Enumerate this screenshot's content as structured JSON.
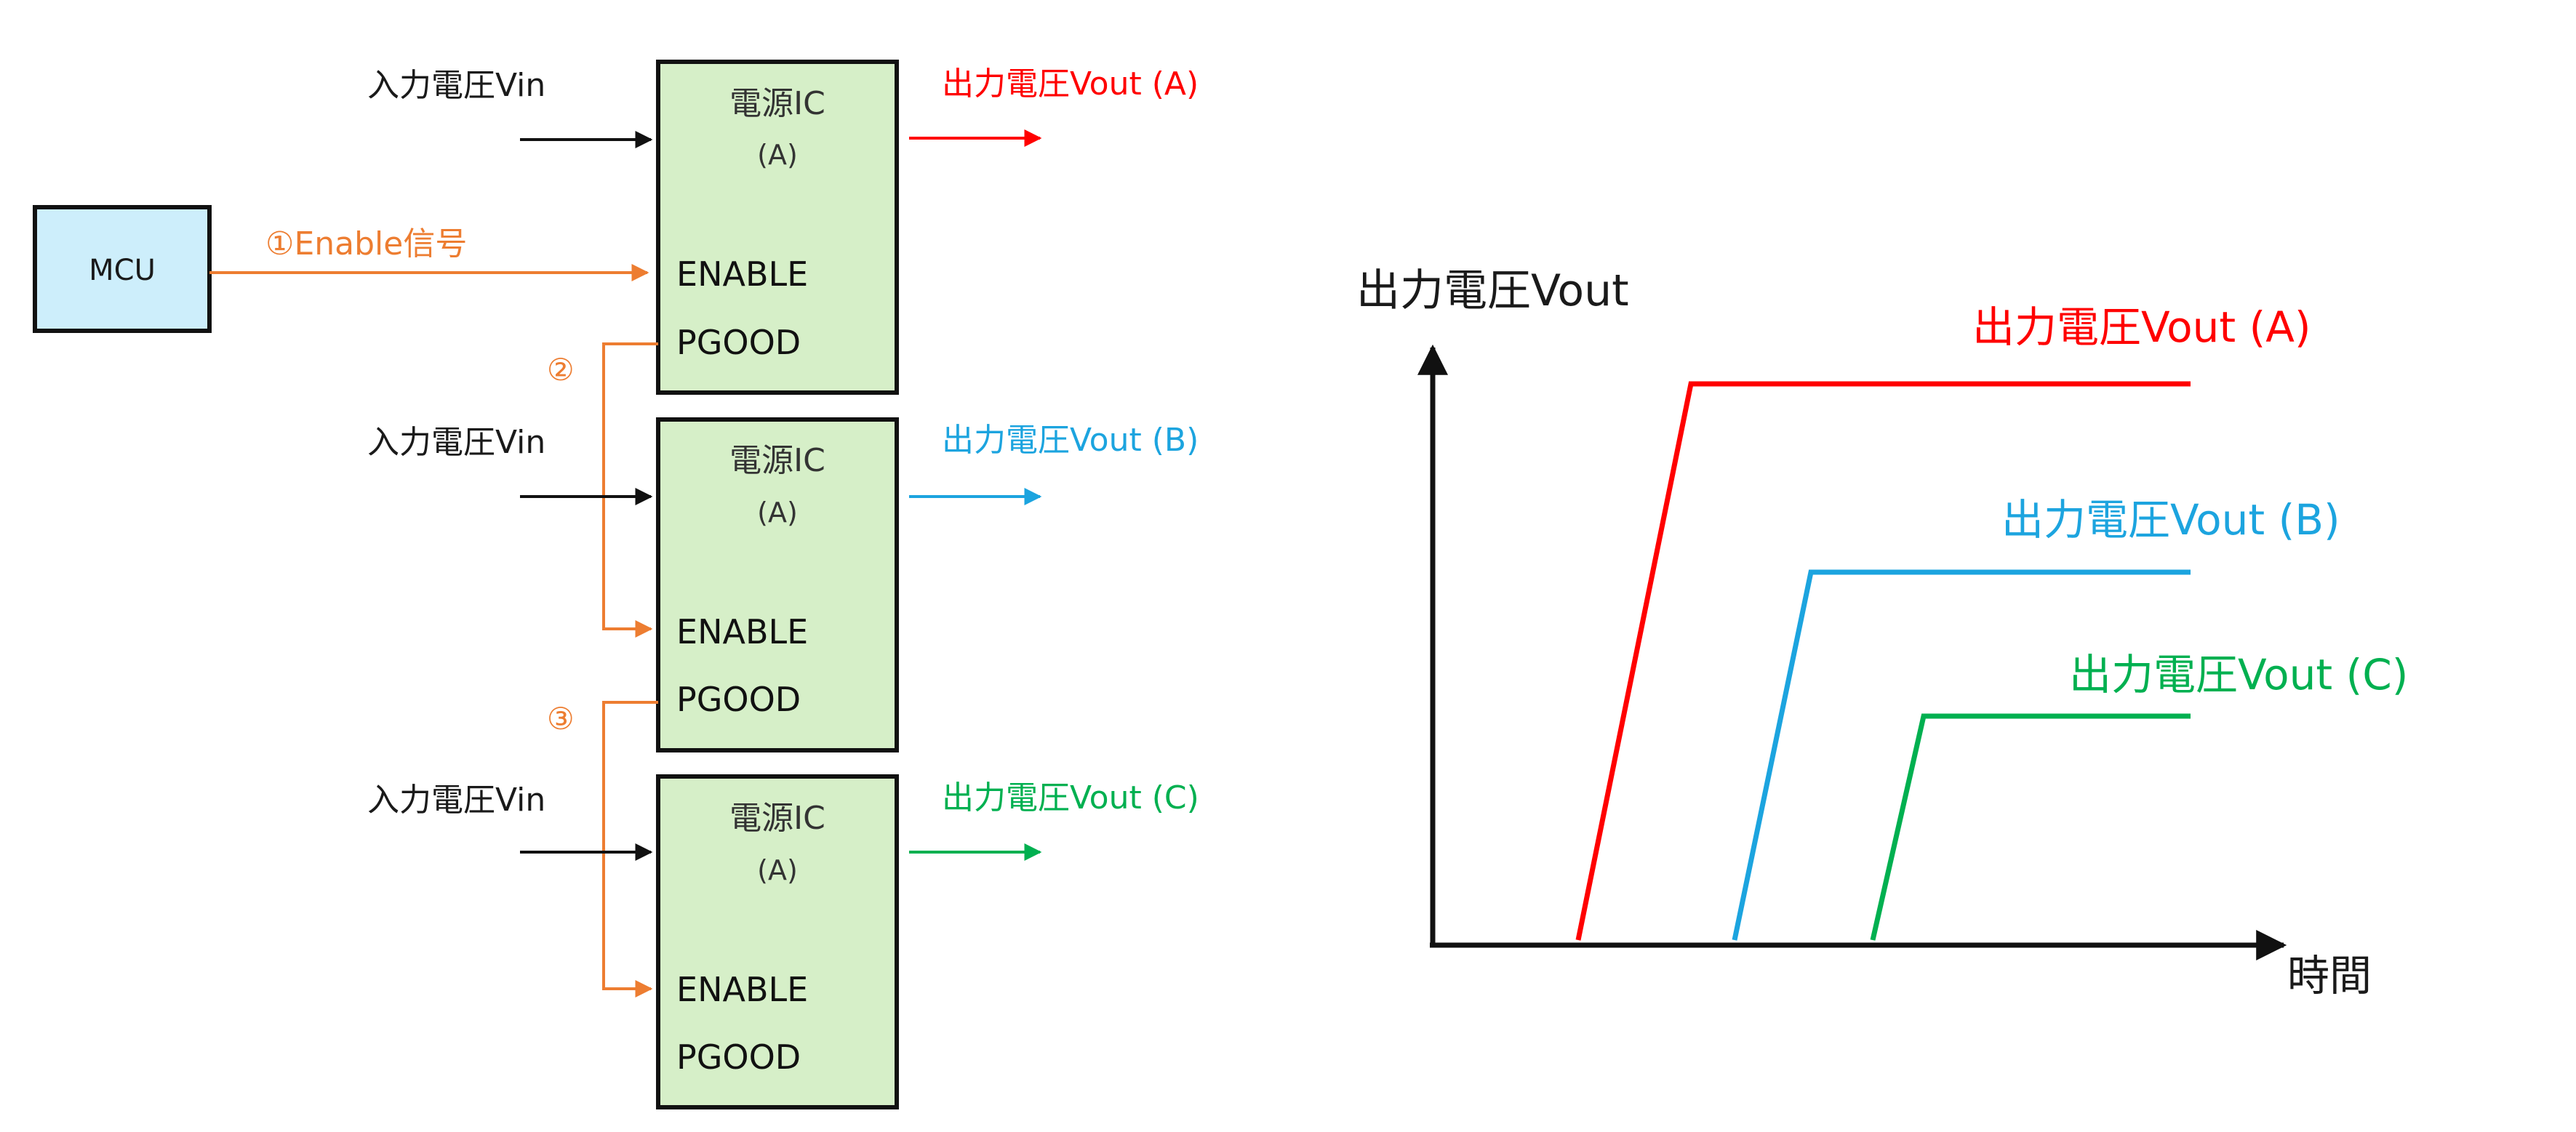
{
  "colors": {
    "block_fill": "#d6efc8",
    "mcu_fill": "#cdeefb",
    "enable_line": "#ed7d31",
    "out_a": "#ff0000",
    "out_b": "#1ca4df",
    "out_c": "#00b050",
    "stroke": "#111111"
  },
  "mcu": {
    "label": "MCU"
  },
  "enable_signal": {
    "label": "①Enable信号"
  },
  "pgood_links": [
    {
      "label": "②"
    },
    {
      "label": "③"
    }
  ],
  "blocks": [
    {
      "name_line1": "電源IC",
      "name_line2": "(A)",
      "vin_label": "入力電圧Vin",
      "enable_pin": "ENABLE",
      "pgood_pin": "PGOOD",
      "vout_label": "出力電圧Vout (A)"
    },
    {
      "name_line1": "電源IC",
      "name_line2": "(A)",
      "vin_label": "入力電圧Vin",
      "enable_pin": "ENABLE",
      "pgood_pin": "PGOOD",
      "vout_label": "出力電圧Vout (B)"
    },
    {
      "name_line1": "電源IC",
      "name_line2": "(A)",
      "vin_label": "入力電圧Vin",
      "enable_pin": "ENABLE",
      "pgood_pin": "PGOOD",
      "vout_label": "出力電圧Vout (C)"
    }
  ],
  "chart": {
    "y_axis_label": "出力電圧Vout",
    "x_axis_label": "時間",
    "curves": [
      {
        "label": "出力電圧Vout (A)"
      },
      {
        "label": "出力電圧Vout (B)"
      },
      {
        "label": "出力電圧Vout (C)"
      }
    ]
  }
}
